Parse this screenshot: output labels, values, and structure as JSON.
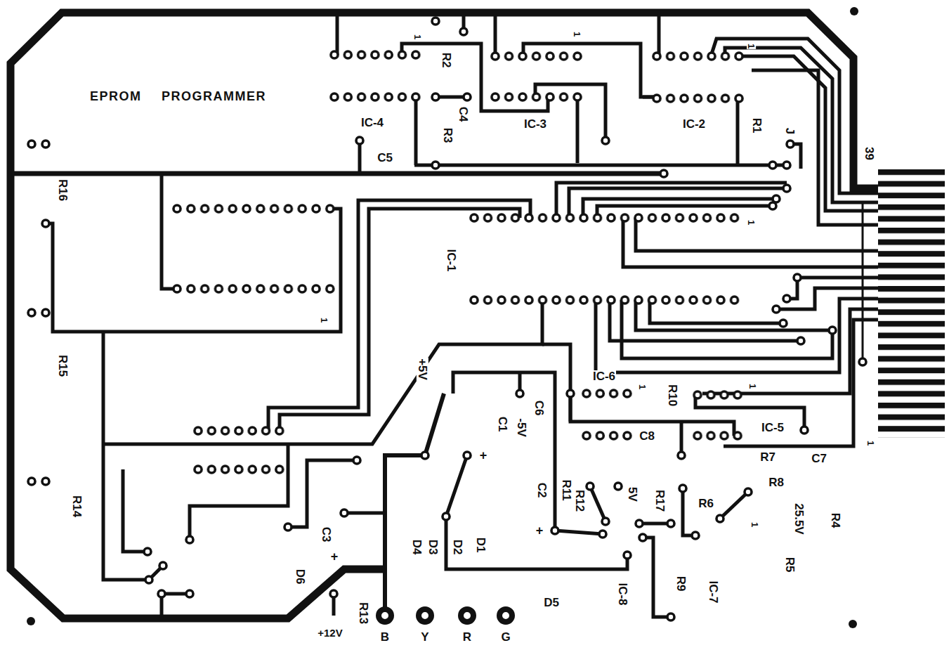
{
  "diagram": {
    "title": "EPROM PROGRAMMER",
    "labels": [
      "1",
      "1",
      "1",
      "R2",
      "IC-4",
      "C4",
      "IC-3",
      "IC-2",
      "R1",
      "J",
      "R3",
      "39",
      "C5",
      "R16",
      "1",
      "IC-1",
      "1",
      "R15",
      "+5V",
      "IC-6",
      "1",
      "1",
      "R10",
      "C6",
      "C1",
      "-5V",
      "IC-5",
      "C8",
      "1",
      "+",
      "R7",
      "C7",
      "R8",
      "C2",
      "R11",
      "R12",
      "5V",
      "R17",
      "R6",
      "R14",
      "25.5V",
      "1",
      "R4",
      "+",
      "C3",
      "D4",
      "D3",
      "D2",
      "D1",
      "+",
      "R5",
      "D6",
      "R9",
      "IC-7",
      "IC-8",
      "D5",
      "R13",
      "+12V",
      "B",
      "Y",
      "R",
      "G"
    ]
  }
}
